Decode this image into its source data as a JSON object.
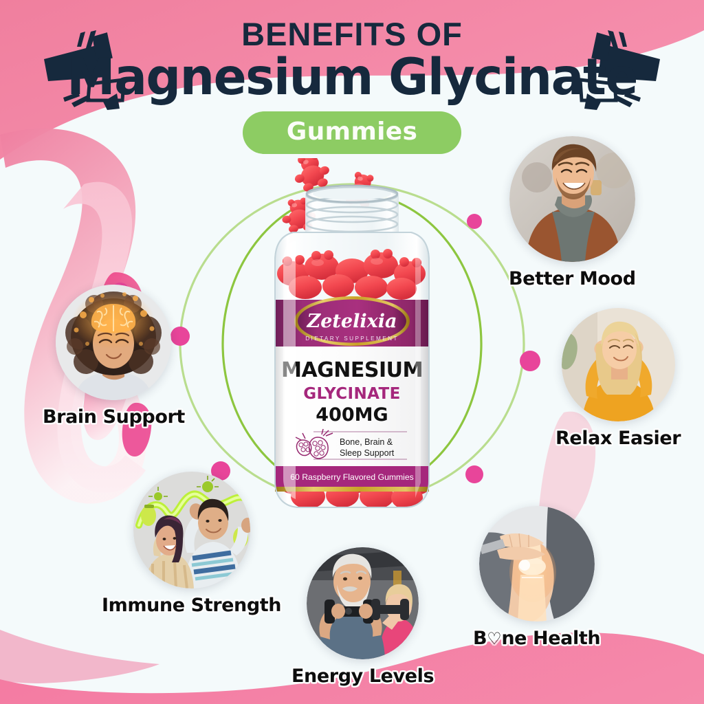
{
  "header": {
    "kicker": "BENEFITS OF",
    "headline": "Magnesium Glycinate",
    "badge": "Gummies",
    "colors": {
      "text": "#16293d",
      "badge_bg": "#8dcc63",
      "badge_text": "#fbfdf8"
    }
  },
  "background": {
    "pink_top": "#f07f9e",
    "pink_bottom": "#f58aab",
    "center": "#f4fafb",
    "burst": "#16293d",
    "orbit_ring": "#8dc63f",
    "dot": "#e8459a"
  },
  "product": {
    "brand": "Zetelixia",
    "brand_subtitle": "DIETARY  SUPPLEMENT",
    "name": "MAGNESIUM",
    "form": "GLYCINATE",
    "dosage": "400MG",
    "support_line_1": "Bone, Brain &",
    "support_line_2": "Sleep Support",
    "count_line": "60 Raspberry Flavored Gummies",
    "colors": {
      "label_purple": "#8e2a6e",
      "label_magenta": "#a52c7c",
      "gold": "#c9a227",
      "gummy_red": "#f2474f"
    }
  },
  "benefits": [
    {
      "id": "better-mood",
      "label": "Better Mood"
    },
    {
      "id": "relax-easier",
      "label": "Relax Easier"
    },
    {
      "id": "bone-health",
      "label_before": "B",
      "label_heart": "♡",
      "label_after": "ne Health",
      "label": "B♡ne Health"
    },
    {
      "id": "energy-levels",
      "label": "Energy Levels"
    },
    {
      "id": "immune-strength",
      "label": "Immune Strength"
    },
    {
      "id": "brain-support",
      "label": "Brain Support"
    }
  ]
}
